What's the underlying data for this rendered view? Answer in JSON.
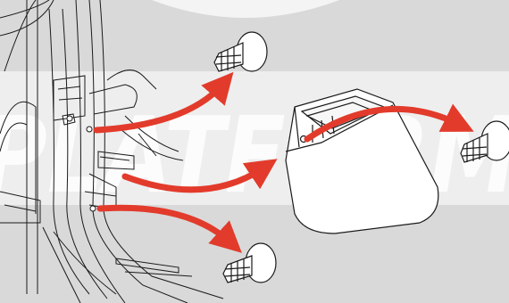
{
  "watermark": {
    "text": "PLATFORM"
  },
  "colors": {
    "background": "#d9d9d9",
    "band": "#eeeeee",
    "watermark": "#ffffff",
    "line": "#1a1a1a",
    "arrow": "#e23b2c",
    "part_fill": "#ffffff"
  },
  "parts": [
    {
      "name": "push-clip-fastener",
      "count": 3
    },
    {
      "name": "trim-cover-bracket",
      "count": 1
    }
  ],
  "arrows": 4
}
